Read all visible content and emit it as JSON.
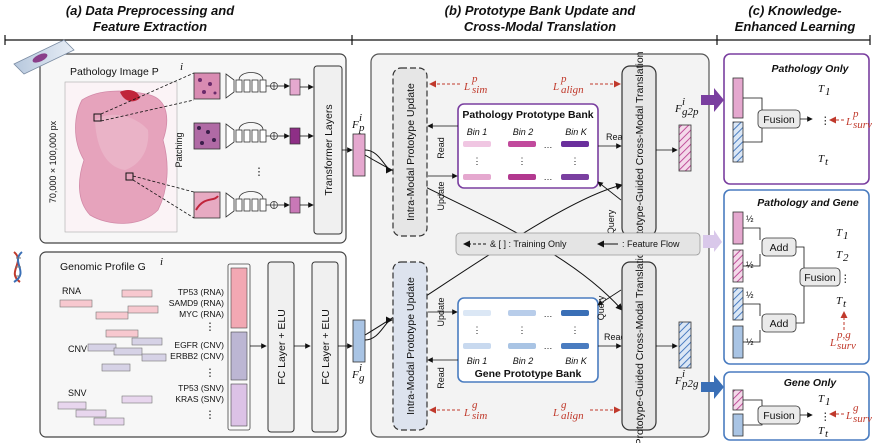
{
  "headers": {
    "a_line1": "(a) Data Preprocessing and",
    "a_line2": "Feature Extraction",
    "b_line1": "(b) Prototype Bank Update and",
    "b_line2": "Cross-Modal Translation",
    "c_line1": "(c) Knowledge-",
    "c_line2": "Enhanced Learning"
  },
  "panel_a": {
    "pathology_image_label": "Pathology Image P",
    "pathology_image_sup": "i",
    "resolution_label": "70,000 × 100,000 px",
    "patching_label": "Patching",
    "transformer_label": "Transformer Layers",
    "genomic_label": "Genomic Profile G",
    "genomic_sup": "i",
    "rna_label": "RNA",
    "cnv_label": "CNV",
    "snv_label": "SNV",
    "genes": [
      "TP53 (RNA)",
      "SAMD9 (RNA)",
      "MYC (RNA)",
      "EGFR (CNV)",
      "ERBB2 (CNV)",
      "TP53 (SNV)",
      "KRAS (SNV)"
    ],
    "fc1_label": "FC Layer + ELU",
    "fc2_label": "FC Layer + ELU"
  },
  "panel_b": {
    "fp_label": "F",
    "fp_sub": "p",
    "fp_sup": "i",
    "fg_label": "F",
    "fg_sub": "g",
    "fg_sup": "i",
    "intra_modal_label": "Intra-Modal Prototype Update",
    "pathology_bank_title": "Pathology Prototype Bank",
    "gene_bank_title": "Gene Prototype Bank",
    "bins": [
      "Bin 1",
      "Bin 2",
      "Bin K"
    ],
    "read_label": "Read",
    "update_label": "Update",
    "query_label": "Query",
    "translation_label": "Prototype-Guided Cross-Modal Translation",
    "fg2p_label": "F",
    "fg2p_sub": "g2p",
    "fg2p_sup": "i",
    "fp2g_label": "F",
    "fp2g_sub": "p2g",
    "fp2g_sup": "i",
    "loss_sim_p": "L",
    "loss_sim_p_sub": "sim",
    "loss_sim_p_sup": "p",
    "loss_align_p": "L",
    "loss_align_p_sub": "align",
    "loss_align_p_sup": "p",
    "loss_sim_g": "L",
    "loss_sim_g_sub": "sim",
    "loss_sim_g_sup": "g",
    "loss_align_g": "L",
    "loss_align_g_sub": "align",
    "loss_align_g_sup": "g",
    "legend_training": "& [ ] : Training Only",
    "legend_flow": ": Feature Flow"
  },
  "panel_c": {
    "pathology_only_title": "Pathology Only",
    "pathology_gene_title": "Pathology and Gene",
    "gene_only_title": "Gene Only",
    "fusion_label": "Fusion",
    "add_label": "Add",
    "half_label": "½",
    "t1": "T",
    "t1_sub": "1",
    "t2": "T",
    "t2_sub": "2",
    "tt": "T",
    "tt_sub": "t",
    "dots": "⋮",
    "loss_surv_p": "L",
    "loss_surv_p_sub": "surv",
    "loss_surv_p_sup": "p",
    "loss_surv_pg": "L",
    "loss_surv_pg_sub": "surv",
    "loss_surv_pg_sup": "p,g",
    "loss_surv_g": "L",
    "loss_surv_g_sub": "surv",
    "loss_surv_g_sup": "g"
  },
  "colors": {
    "pathology": "#e5a8cf",
    "pathology_dark": "#8e2f86",
    "gene": "#a9c4e4",
    "gene_dark": "#3a6fb6",
    "loss_red": "#c0392b",
    "purple_border": "#7a3fa0",
    "blue_border": "#4a7cc0"
  }
}
